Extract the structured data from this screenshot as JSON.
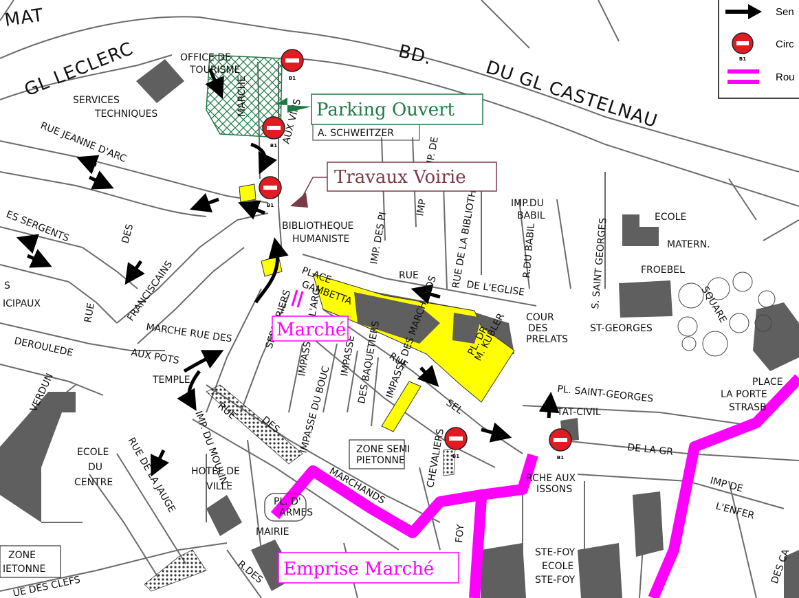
{
  "colors": {
    "parking": "#1e7a45",
    "works": "#7a3b48",
    "market": "#ff00ff",
    "zone_yellow": "#ffff00",
    "building": "#5f5f5f",
    "noentry": "#e11b22"
  },
  "legend": {
    "items": [
      {
        "icon": "direction-arrow-icon",
        "label": "Sen"
      },
      {
        "icon": "no-entry-sign-icon",
        "label": "Circ"
      },
      {
        "icon": "pink-route-line-icon",
        "label": "Rou"
      }
    ]
  },
  "callouts": {
    "parking": "Parking Ouvert",
    "travaux": "Travaux Voirie",
    "marche": "Marché",
    "emprise": "Emprise Marché",
    "zone_semi": [
      "ZONE SEMI",
      "PIETONNE"
    ],
    "zone_left": [
      "ZONE",
      "IETONNE"
    ]
  },
  "sign_code": "B1",
  "streets": {
    "bd": "BD.",
    "gl_leclerc": "GL LECLERC",
    "mat": "MAT",
    "du_gl_castelnau": "DU GL CASTELNAU",
    "office": [
      "OFFICE DE",
      "TOURISME"
    ],
    "services": [
      "SERVICES",
      "TECHNIQUES"
    ],
    "marche_aux_vins": "MARCHE",
    "aux_vins": "AUX VINS",
    "schweitzer": "A. SCHWEITZER",
    "jeanne_darc": "RUE JEANNE D'ARC",
    "sergents": "ES SERGENTS",
    "des": "DES",
    "franciscains": "FRANCISCAINS",
    "icipaux": "ICIPAUX",
    "rue_left": "RUE",
    "s_left": "S",
    "bibliotheque": [
      "BIBLIOTHEQUE",
      "HUMANISTE"
    ],
    "imp_des_pi": "IMP. DES PI",
    "imp_tall": "IMP",
    "imp_de": "IMP. DE",
    "rue_bibliotheque": "RUE DE LA BIBLIOTHEQUE",
    "imp_babil": [
      "IMP.DU",
      "BABIL"
    ],
    "r_du_babil": "R.DU BABIL",
    "rue_eglise": "RUE",
    "de_l_eglise": "DE L'EGLISE",
    "ecole": "ECOLE",
    "matern": "MATERN.",
    "froebel": "FROEBEL",
    "st_georges_v": "S. SAINT GEORGES",
    "st_georges": "ST-GEORGES",
    "cour_prelats": [
      "COUR",
      "DES",
      "PRELATS"
    ],
    "place_gambetta": [
      "PLACE",
      "GAMBETTA"
    ],
    "marche_rue_des": "MARCHE RUE DES",
    "deroulede": "DEROULEDE",
    "aux_pots": "AUX POTS",
    "temple": "TEMPLE",
    "verdun": "VERDUN",
    "serruriers": "SERRURIERS",
    "impasse_arg": "IMPASSE DE L'ARG",
    "impasse": "IMPASSE",
    "rue_sel": "RUE",
    "sel": "SEL",
    "pl_dr_kubler": [
      "PL. DR",
      "M. KUBLER"
    ],
    "pl_saint_georges": "PL. SAINT-GEORGES",
    "etat_civil": "TAT-CIVIL",
    "place_porte": [
      "PLACE",
      "LA PORTE",
      "STRASB"
    ],
    "rue_des": "RUE",
    "des_2": "DES",
    "impasse_du_bouc": "IMPASSE DU BOUC",
    "marchands": "MARCHANDS",
    "des_baquetiers": "DES BAQUETIERS",
    "impasse_des_marchands": "IMPASSE DES MARCHANDS",
    "chevaliers": "CHEVALIERS",
    "de_la_gr": "DE LA GR",
    "imp_de_l_enfer": [
      "IMP DE",
      "L'ENFER"
    ],
    "marche_aux_poissons": [
      "RCHE AUX",
      "ISSONS"
    ],
    "ecole_centre": [
      "ECOLE",
      "DU",
      "CENTRE"
    ],
    "hotel_ville": [
      "HOTEL DE",
      "VILLE"
    ],
    "rue_de_la_jauge": "RUE DE LA JAUGE",
    "imp_du_moulin": "IMP. DU MOULIN",
    "place_armes": [
      "PL. D'",
      "ARMES"
    ],
    "mairie": "MAIRIE",
    "des_clefs": "UE DES CLEFS",
    "r_des": "R.DES",
    "ste_foy": [
      "STE-FOY",
      "ECOLE",
      "STE-FOY"
    ],
    "foy": "FOY",
    "des_ca": "DES CA",
    "boisset": "SQUARE"
  }
}
